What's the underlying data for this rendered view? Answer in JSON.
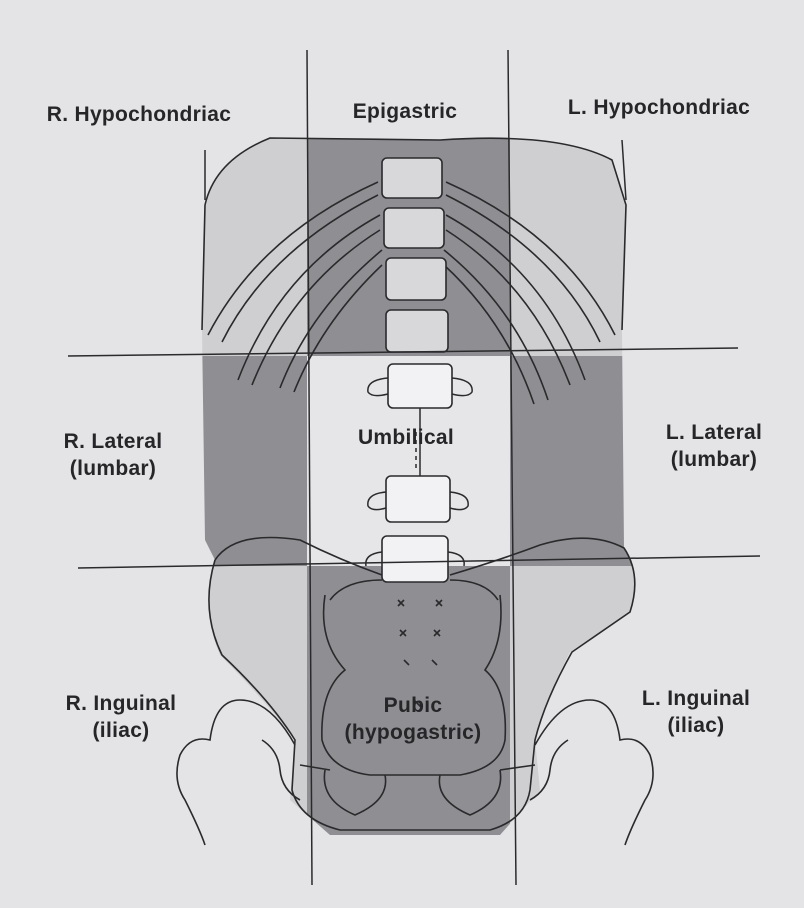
{
  "regions": {
    "r_hypochondriac": "R. Hypochondriac",
    "epigastric": "Epigastric",
    "l_hypochondriac": "L. Hypochondriac",
    "r_lateral": "R. Lateral",
    "r_lateral_sub": "(lumbar)",
    "umbilical": "Umbilical",
    "l_lateral": "L. Lateral",
    "l_lateral_sub": "(lumbar)",
    "r_inguinal": "R. Inguinal",
    "r_inguinal_sub": "(iliac)",
    "pubic": "Pubic",
    "pubic_sub": "(hypogastric)",
    "l_inguinal": "L. Inguinal",
    "l_inguinal_sub": "(iliac)"
  },
  "colors": {
    "background": "#e4e3e6",
    "light_region": "#cfcfd2",
    "dark_region": "#8f8f93",
    "umbilical_region": "#e6e5e8",
    "ink": "#262628"
  }
}
